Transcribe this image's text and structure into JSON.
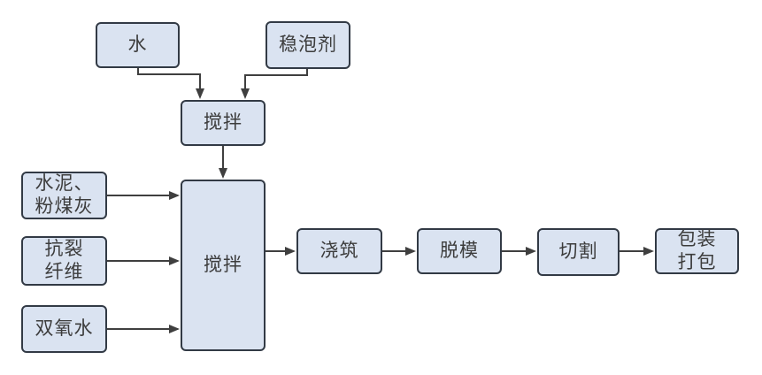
{
  "diagram": {
    "type": "flowchart",
    "colors": {
      "background": "#ffffff",
      "node_fill": "#dae3f1",
      "node_border": "#323a45",
      "node_text": "#3c3c3c",
      "arrow": "#3f3f3f"
    },
    "nodes": {
      "water": {
        "label": "水"
      },
      "foam_stabilizer": {
        "label": "稳泡剂"
      },
      "premix": {
        "label": "搅拌"
      },
      "cement_flyash": {
        "label": "水泥、\n粉煤灰"
      },
      "anticrack_fiber": {
        "label": "抗裂\n纤维"
      },
      "hydrogen_peroxide": {
        "label": "双氧水"
      },
      "main_mix": {
        "label": "搅拌"
      },
      "pouring": {
        "label": "浇筑"
      },
      "demolding": {
        "label": "脱模"
      },
      "cutting": {
        "label": "切割"
      },
      "packaging": {
        "label": "包装\n打包"
      }
    },
    "edges": [
      {
        "from": "water",
        "to": "premix"
      },
      {
        "from": "foam_stabilizer",
        "to": "premix"
      },
      {
        "from": "premix",
        "to": "main_mix"
      },
      {
        "from": "cement_flyash",
        "to": "main_mix"
      },
      {
        "from": "anticrack_fiber",
        "to": "main_mix"
      },
      {
        "from": "hydrogen_peroxide",
        "to": "main_mix"
      },
      {
        "from": "main_mix",
        "to": "pouring"
      },
      {
        "from": "pouring",
        "to": "demolding"
      },
      {
        "from": "demolding",
        "to": "cutting"
      },
      {
        "from": "cutting",
        "to": "packaging"
      }
    ]
  }
}
